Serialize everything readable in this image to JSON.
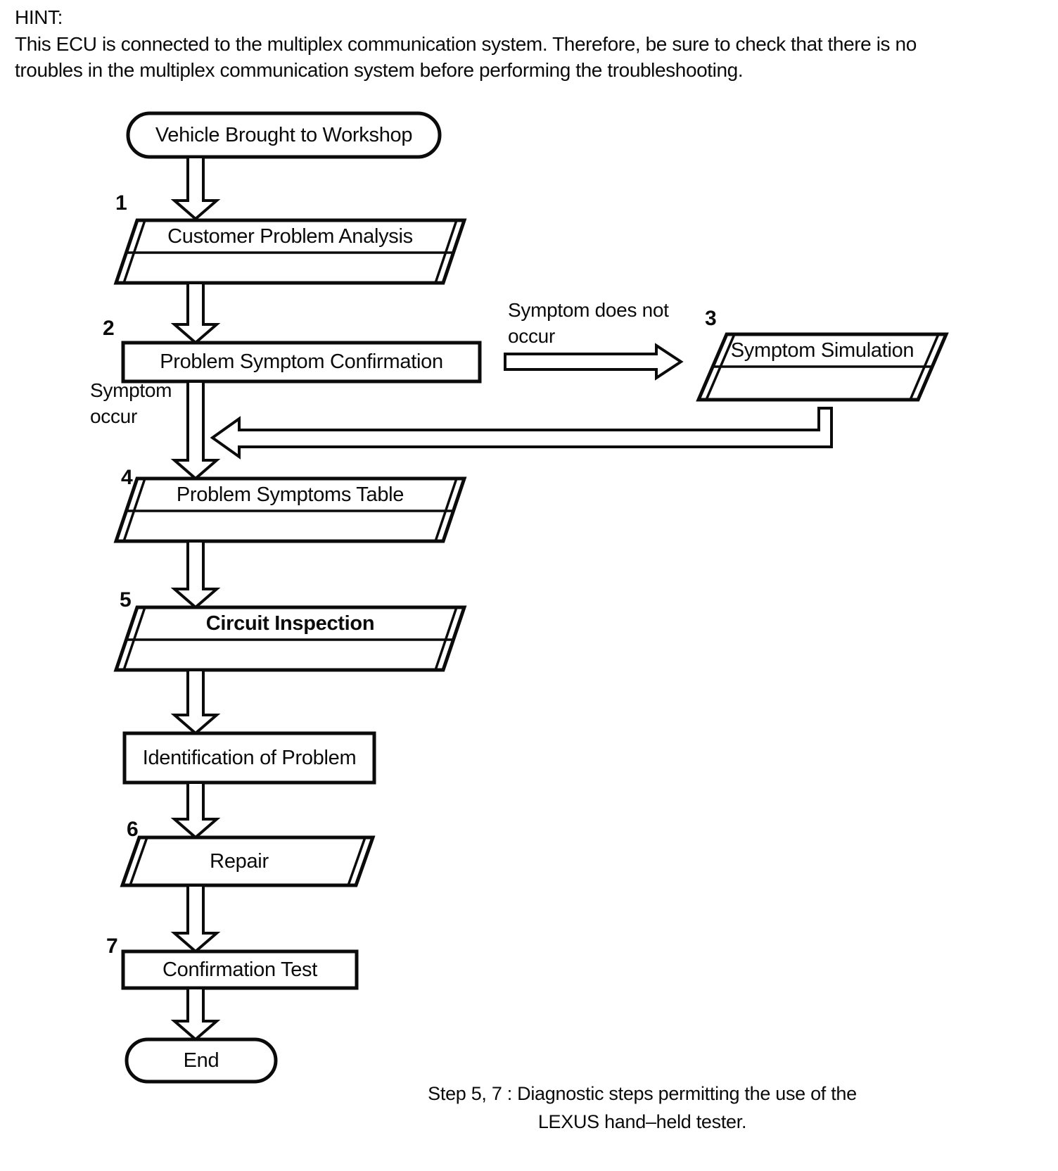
{
  "page": {
    "background": "#ffffff",
    "ink_color": "#0b0b0b"
  },
  "hint": {
    "title": "HINT:",
    "body_line1": "This ECU is connected to the multiplex communication system. Therefore, be sure to check that there is no",
    "body_line2": "troubles in the multiplex communication system before performing the troubleshooting."
  },
  "flowchart": {
    "nodes": {
      "start": {
        "label": "Vehicle Brought to Workshop",
        "shape": "terminal"
      },
      "step1": {
        "number": "1",
        "label": "Customer Problem Analysis",
        "shape": "parallelogram"
      },
      "step2": {
        "number": "2",
        "label": "Problem Symptom Confirmation",
        "shape": "process"
      },
      "step3": {
        "number": "3",
        "label": "Symptom Simulation",
        "shape": "parallelogram"
      },
      "step4": {
        "number": "4",
        "label": "Problem Symptoms Table",
        "shape": "parallelogram"
      },
      "step5": {
        "number": "5",
        "label": "Circuit Inspection",
        "shape": "parallelogram"
      },
      "identification": {
        "label": "Identification of Problem",
        "shape": "process"
      },
      "step6": {
        "number": "6",
        "label": "Repair",
        "shape": "parallelogram"
      },
      "step7": {
        "number": "7",
        "label": "Confirmation Test",
        "shape": "process"
      },
      "end": {
        "label": "End",
        "shape": "terminal"
      }
    },
    "edges": {
      "symptom_does_not_occur": {
        "line1": "Symptom does not",
        "line2": "occur"
      },
      "symptom_occur": {
        "line1": "Symptom",
        "line2": "occur"
      }
    },
    "caption": {
      "line1": "Step 5, 7 : Diagnostic steps permitting the use of the",
      "line2": "LEXUS hand–held tester."
    }
  }
}
